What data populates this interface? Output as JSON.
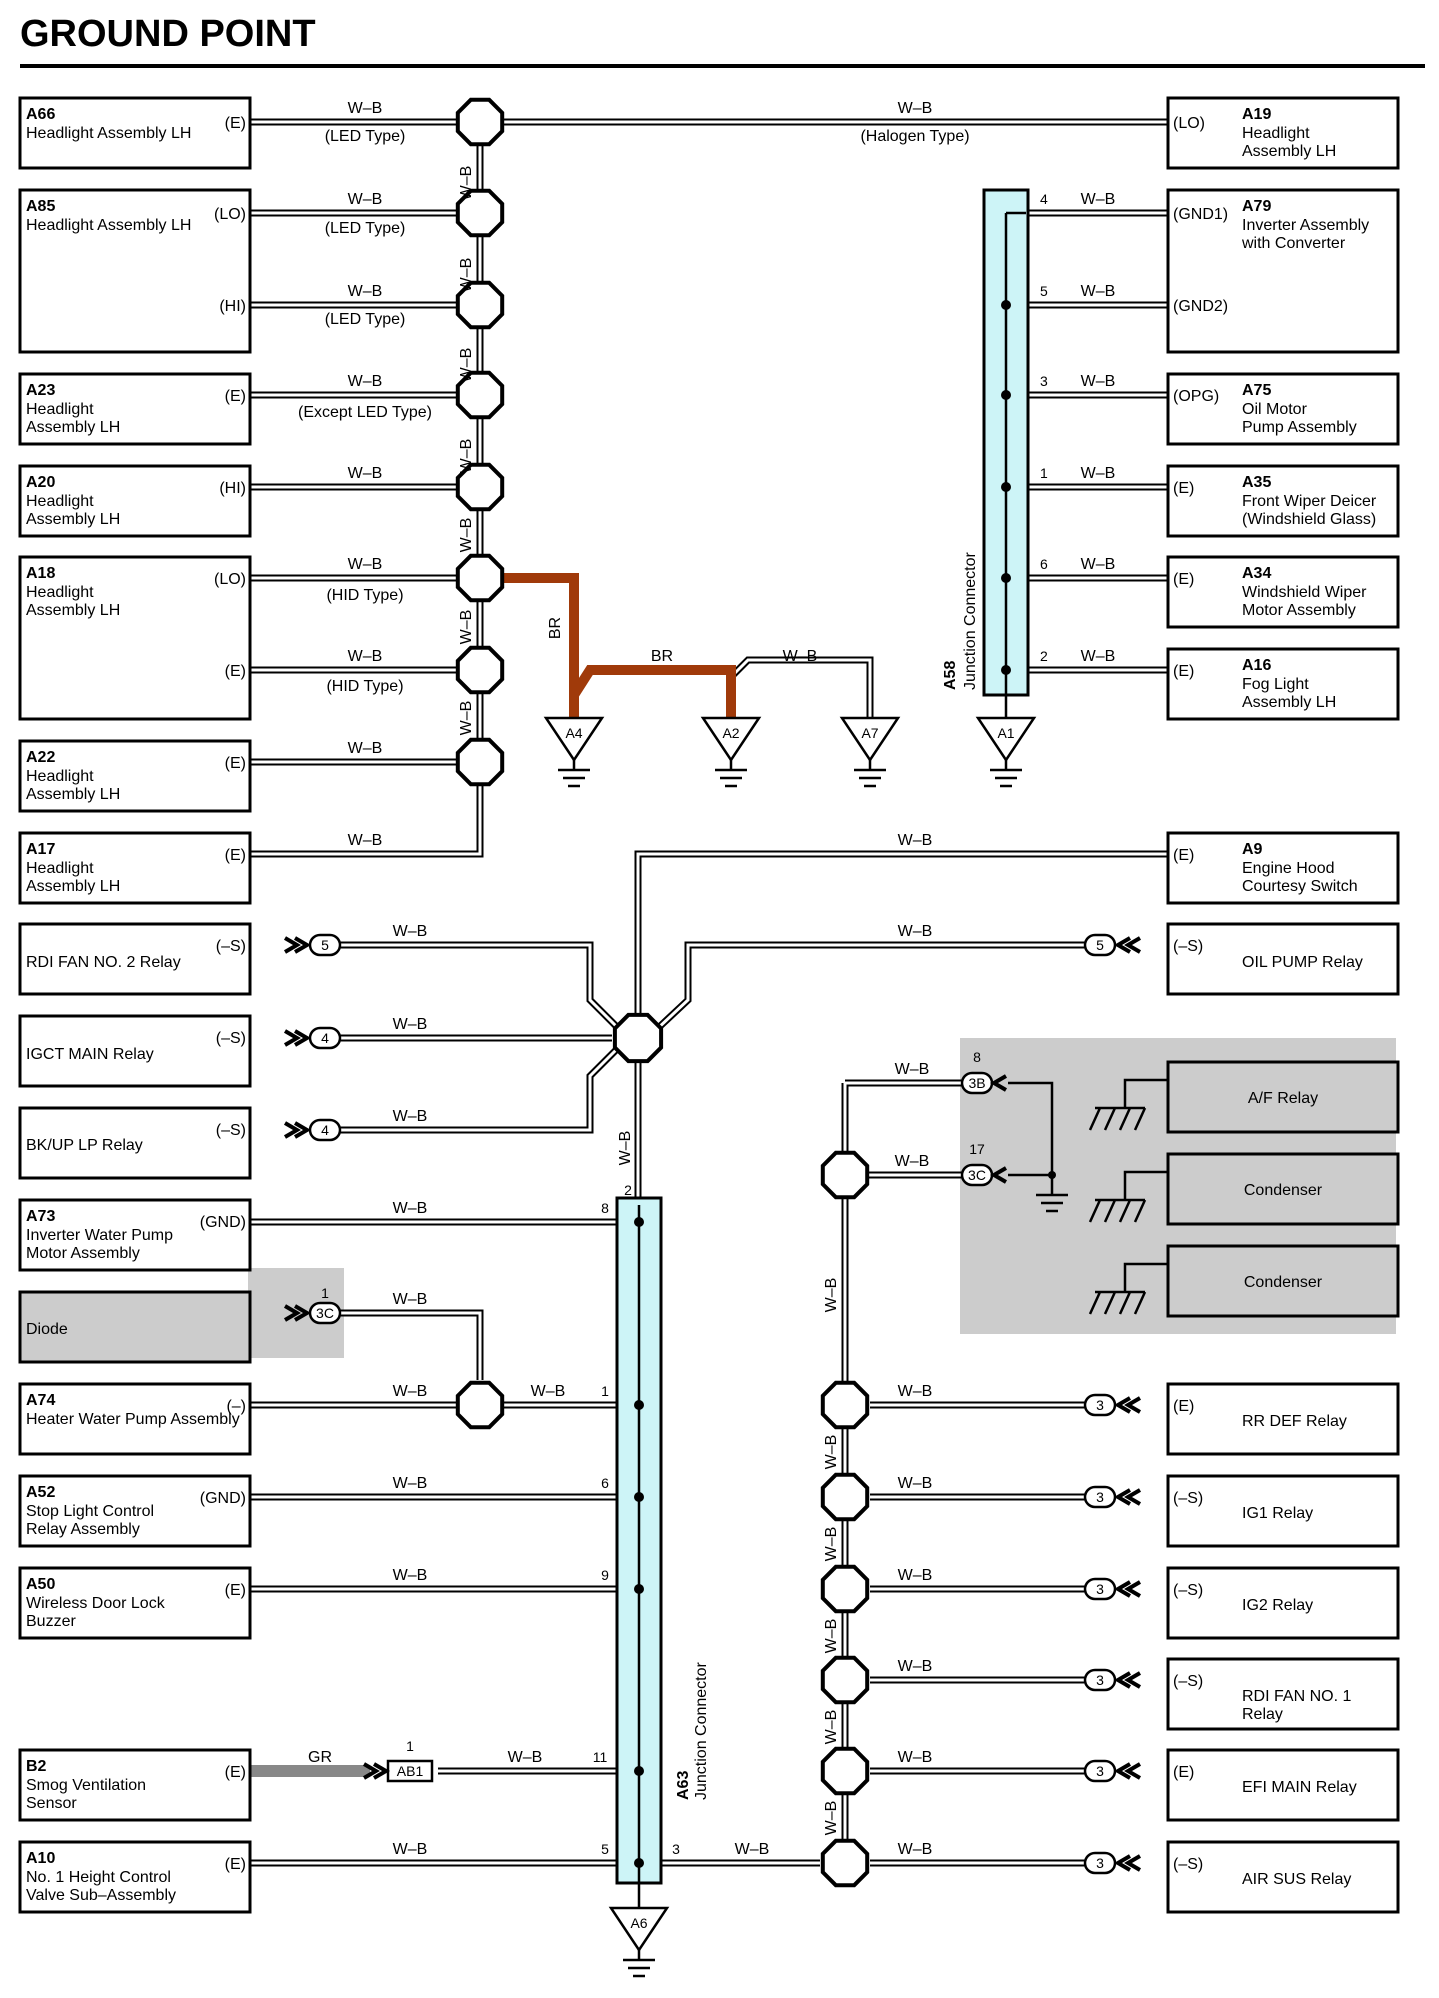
{
  "title": "GROUND POINT",
  "wire_colors": {
    "wb": "W–B",
    "br": "BR",
    "gr": "GR"
  },
  "left_components": [
    {
      "code": "A66",
      "name": [
        "Headlight Assembly LH"
      ],
      "terms": [
        "(E)"
      ],
      "notes": [
        "(LED Type)"
      ]
    },
    {
      "code": "A85",
      "name": [
        "Headlight Assembly LH"
      ],
      "terms": [
        "(LO)",
        "(HI)"
      ],
      "notes": [
        "(LED Type)",
        "(LED Type)"
      ]
    },
    {
      "code": "A23",
      "name": [
        "Headlight",
        "Assembly LH"
      ],
      "terms": [
        "(E)"
      ],
      "notes": [
        "(Except LED Type)"
      ]
    },
    {
      "code": "A20",
      "name": [
        "Headlight",
        "Assembly LH"
      ],
      "terms": [
        "(HI)"
      ],
      "notes": []
    },
    {
      "code": "A18",
      "name": [
        "Headlight",
        "Assembly LH"
      ],
      "terms": [
        "(LO)",
        "(E)"
      ],
      "notes": [
        "(HID Type)",
        "(HID Type)"
      ]
    },
    {
      "code": "A22",
      "name": [
        "Headlight",
        "Assembly LH"
      ],
      "terms": [
        "(E)"
      ],
      "notes": []
    },
    {
      "code": "A17",
      "name": [
        "Headlight",
        "Assembly LH"
      ],
      "terms": [
        "(E)"
      ],
      "notes": []
    }
  ],
  "relays_left": [
    {
      "name": "RDI FAN NO. 2 Relay",
      "term": "(–S)",
      "pin": "5"
    },
    {
      "name": "IGCT MAIN Relay",
      "term": "(–S)",
      "pin": "4"
    },
    {
      "name": "BK/UP LP Relay",
      "term": "(–S)",
      "pin": "4"
    }
  ],
  "lower_left": [
    {
      "code": "A73",
      "name": [
        "Inverter Water Pump",
        "Motor Assembly"
      ],
      "term": "(GND)",
      "pin": "8"
    },
    {
      "code": "",
      "name": [
        "Diode"
      ],
      "term": "",
      "pin": "3C",
      "pin_no": "1"
    },
    {
      "code": "A74",
      "name": [
        "Heater Water Pump Assembly"
      ],
      "term": "(–)",
      "pin": "1"
    },
    {
      "code": "A52",
      "name": [
        "Stop Light Control",
        "Relay Assembly"
      ],
      "term": "(GND)",
      "pin": "6"
    },
    {
      "code": "A50",
      "name": [
        "Wireless Door Lock",
        "Buzzer"
      ],
      "term": "(E)",
      "pin": "9"
    },
    {
      "code": "B2",
      "name": [
        "Smog Ventilation",
        "Sensor"
      ],
      "term": "(E)",
      "pin": "11",
      "conn": "AB1",
      "conn_no": "1"
    },
    {
      "code": "A10",
      "name": [
        "No.  1 Height Control",
        "Valve Sub–Assembly"
      ],
      "term": "(E)",
      "pin": "5"
    }
  ],
  "right_components": [
    {
      "code": "A19",
      "name": [
        "Headlight",
        "Assembly LH"
      ],
      "terms": [
        "(LO)"
      ],
      "note": "(Halogen Type)"
    },
    {
      "code": "A79",
      "name": [
        "Inverter Assembly",
        "with Converter"
      ],
      "terms": [
        "(GND1)",
        "(GND2)"
      ],
      "pins": [
        "4",
        "5"
      ]
    },
    {
      "code": "A75",
      "name": [
        "Oil Motor",
        "Pump Assembly"
      ],
      "terms": [
        "(OPG)"
      ],
      "pins": [
        "3"
      ]
    },
    {
      "code": "A35",
      "name": [
        "Front Wiper Deicer",
        "(Windshield Glass)"
      ],
      "terms": [
        "(E)"
      ],
      "pins": [
        "1"
      ]
    },
    {
      "code": "A34",
      "name": [
        "Windshield Wiper",
        "Motor Assembly"
      ],
      "terms": [
        "(E)"
      ],
      "pins": [
        "6"
      ]
    },
    {
      "code": "A16",
      "name": [
        "Fog Light",
        "Assembly LH"
      ],
      "terms": [
        "(E)"
      ],
      "pins": [
        "2"
      ]
    },
    {
      "code": "A9",
      "name": [
        "Engine Hood",
        "Courtesy Switch"
      ],
      "terms": [
        "(E)"
      ],
      "pins": []
    }
  ],
  "oil_pump_relay": {
    "name": "OIL PUMP Relay",
    "term": "(–S)",
    "pin": "5"
  },
  "gray_group": [
    {
      "name": "A/F Relay",
      "conn": "3B",
      "pin_no": "8"
    },
    {
      "name": "Condenser",
      "conn": "3C",
      "pin_no": "17"
    },
    {
      "name": "Condenser"
    }
  ],
  "relays_right": [
    {
      "name": "RR DEF Relay",
      "term": "(E)",
      "pin": "3"
    },
    {
      "name": "IG1 Relay",
      "term": "(–S)",
      "pin": "3"
    },
    {
      "name": "IG2 Relay",
      "term": "(–S)",
      "pin": "3"
    },
    {
      "name": [
        "RDI FAN NO. 1",
        "Relay"
      ],
      "term": "(–S)",
      "pin": "3"
    },
    {
      "name": "EFI MAIN Relay",
      "term": "(E)",
      "pin": "3"
    },
    {
      "name": "AIR SUS Relay",
      "term": "(–S)",
      "pin": "3"
    }
  ],
  "grounds": [
    "A4",
    "A2",
    "A7",
    "A1",
    "A6"
  ],
  "junction_connectors": [
    {
      "code": "A58",
      "label": "Junction Connector"
    },
    {
      "code": "A63",
      "label": "Junction Connector",
      "pins_top": "2",
      "pin_right": "3"
    }
  ]
}
